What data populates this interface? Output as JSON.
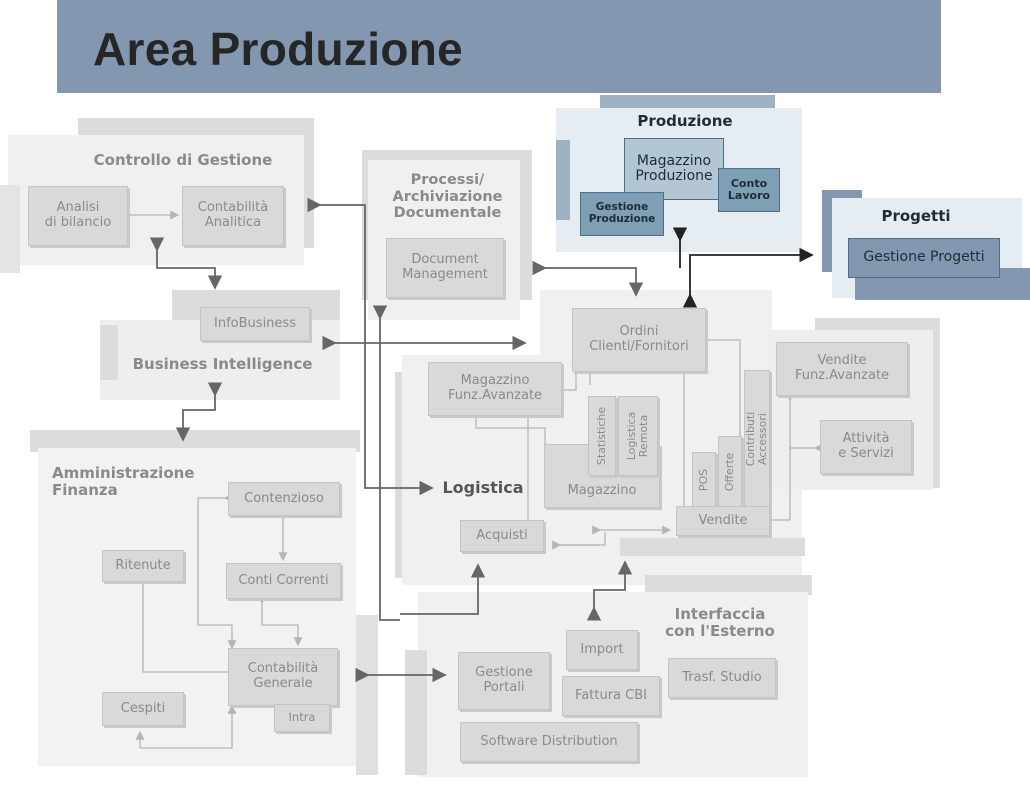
{
  "header": {
    "title": "Area Produzione"
  },
  "controllo": {
    "title": "Controllo di Gestione",
    "analisi": "Analisi\ndi bilancio",
    "contabilita_analitica": "Contabilità\nAnalitica"
  },
  "processi": {
    "title": "Processi/\nArchiviazione\nDocumentale",
    "document_management": "Document\nManagement"
  },
  "produzione": {
    "title": "Produzione",
    "magazzino": "Magazzino\nProduzione",
    "conto_lavoro": "Conto\nLavoro",
    "gestione": "Gestione\nProduzione"
  },
  "progetti": {
    "title": "Progetti",
    "gestione": "Gestione Progetti"
  },
  "bi": {
    "title": "Business Intelligence",
    "infobusiness": "InfoBusiness"
  },
  "logistica": {
    "title": "Logistica",
    "ordini": "Ordini\nClienti/Fornitori",
    "magazzino_funz": "Magazzino\nFunz.Avanzate",
    "statistiche": "Statistiche",
    "logistica_remota": "Logistica\nRemota",
    "magazzino": "Magazzino",
    "pos": "POS",
    "offerte": "Offerte",
    "contributi": "Contributi Accessori",
    "vendite_funz": "Vendite\nFunz.Avanzate",
    "attivita": "Attività\ne Servizi",
    "vendite": "Vendite",
    "acquisti": "Acquisti"
  },
  "amministrazione": {
    "title": "Amministrazione\nFinanza",
    "contenzioso": "Contenzioso",
    "ritenute": "Ritenute",
    "conti_correnti": "Conti Correnti",
    "contabilita_generale": "Contabilità\nGenerale",
    "intra": "Intra",
    "cespiti": "Cespiti"
  },
  "interfaccia": {
    "title": "Interfaccia\ncon l'Esterno",
    "import": "Import",
    "gestione_portali": "Gestione\nPortali",
    "fattura_cbi": "Fattura CBI",
    "trasf_studio": "Trasf. Studio",
    "software_distribution": "Software Distribution"
  }
}
